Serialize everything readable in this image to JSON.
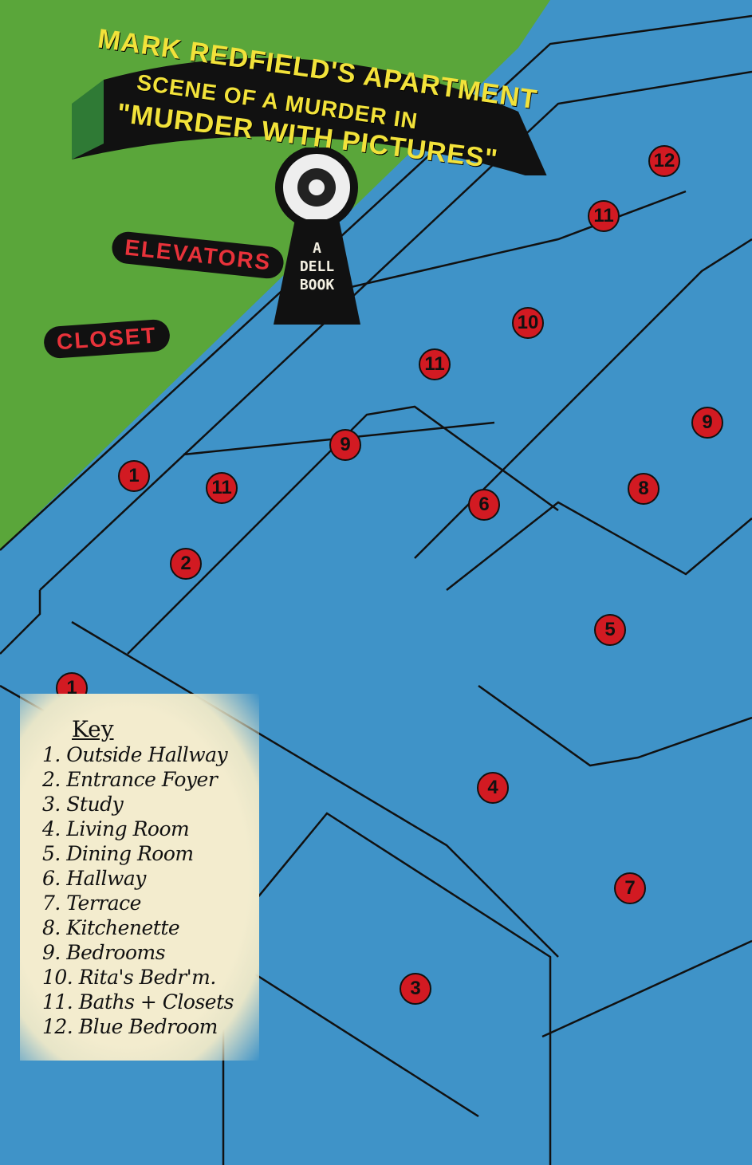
{
  "title": {
    "line1": "MARK REDFIELD'S APARTMENT",
    "line2": "SCENE OF A MURDER IN",
    "line3": "\"MURDER WITH PICTURES\""
  },
  "publisher": {
    "line1": "A",
    "line2": "DELL",
    "line3": "BOOK"
  },
  "callouts": {
    "elevators": "ELEVATORS",
    "closet": "CLOSET"
  },
  "markers": [
    "1",
    "1",
    "2",
    "3",
    "4",
    "5",
    "6",
    "7",
    "8",
    "9",
    "9",
    "10",
    "11",
    "11",
    "11",
    "12"
  ],
  "key": {
    "title": "Key",
    "items": [
      "1. Outside Hallway",
      "2. Entrance Foyer",
      "3. Study",
      "4. Living Room",
      "5. Dining Room",
      "6. Hallway",
      "7. Terrace",
      "8. Kitchenette",
      "9. Bedrooms",
      "10. Rita's Bedr'm.",
      "11. Baths + Closets",
      "12. Blue Bedroom"
    ]
  },
  "colors": {
    "green": "#5aa63a",
    "blue": "#3f93c8",
    "marker": "#d21a22",
    "title": "#f2e23a"
  }
}
